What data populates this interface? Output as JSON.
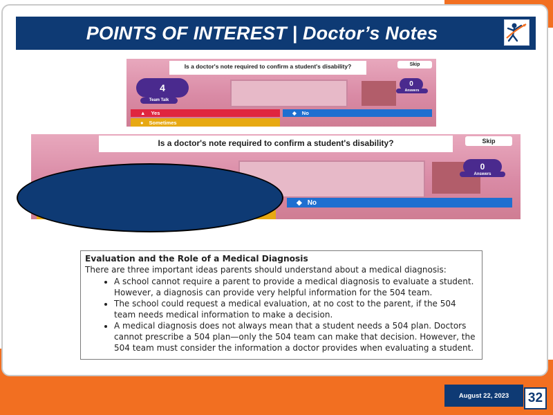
{
  "slide": {
    "title": "POINTS OF INTEREST | Doctor’s Notes",
    "date": "August 22, 2023",
    "page_number": "32",
    "colors": {
      "navy": "#0e3a74",
      "orange": "#f26f21"
    }
  },
  "game_top": {
    "question": "Is a doctor's note required to confirm a student's disability?",
    "skip_label": "Skip",
    "team_count": "4",
    "team_label": "Team Talk",
    "answers_count": "0",
    "answers_label": "Answers",
    "options": [
      {
        "icon": "triangle-icon",
        "label": "Yes"
      },
      {
        "icon": "diamond-icon",
        "label": "No"
      },
      {
        "icon": "circle-icon",
        "label": "Sometimes"
      }
    ]
  },
  "game_bottom": {
    "question": "Is a doctor's note required to confirm a student's disability?",
    "skip_label": "Skip",
    "answers_count": "0",
    "answers_label": "Answers",
    "option_no": {
      "icon": "diamond-icon",
      "label": "No"
    }
  },
  "excerpt": {
    "heading": "Evaluation and the Role of a Medical Diagnosis",
    "intro": "There are three important ideas parents should understand about a medical diagnosis:",
    "bullets": [
      "A school cannot require a parent to provide a medical diagnosis to evaluate a student. However, a diagnosis can provide very helpful information for the 504 team.",
      "The school could request a medical evaluation, at no cost to the parent, if the 504 team needs medical information to make a decision.",
      "A medical diagnosis does not always mean that a student needs a 504 plan. Doctors cannot prescribe a 504 plan—only the 504 team can make that decision. However, the 504 team must consider the information a doctor provides when evaluating a student."
    ]
  }
}
